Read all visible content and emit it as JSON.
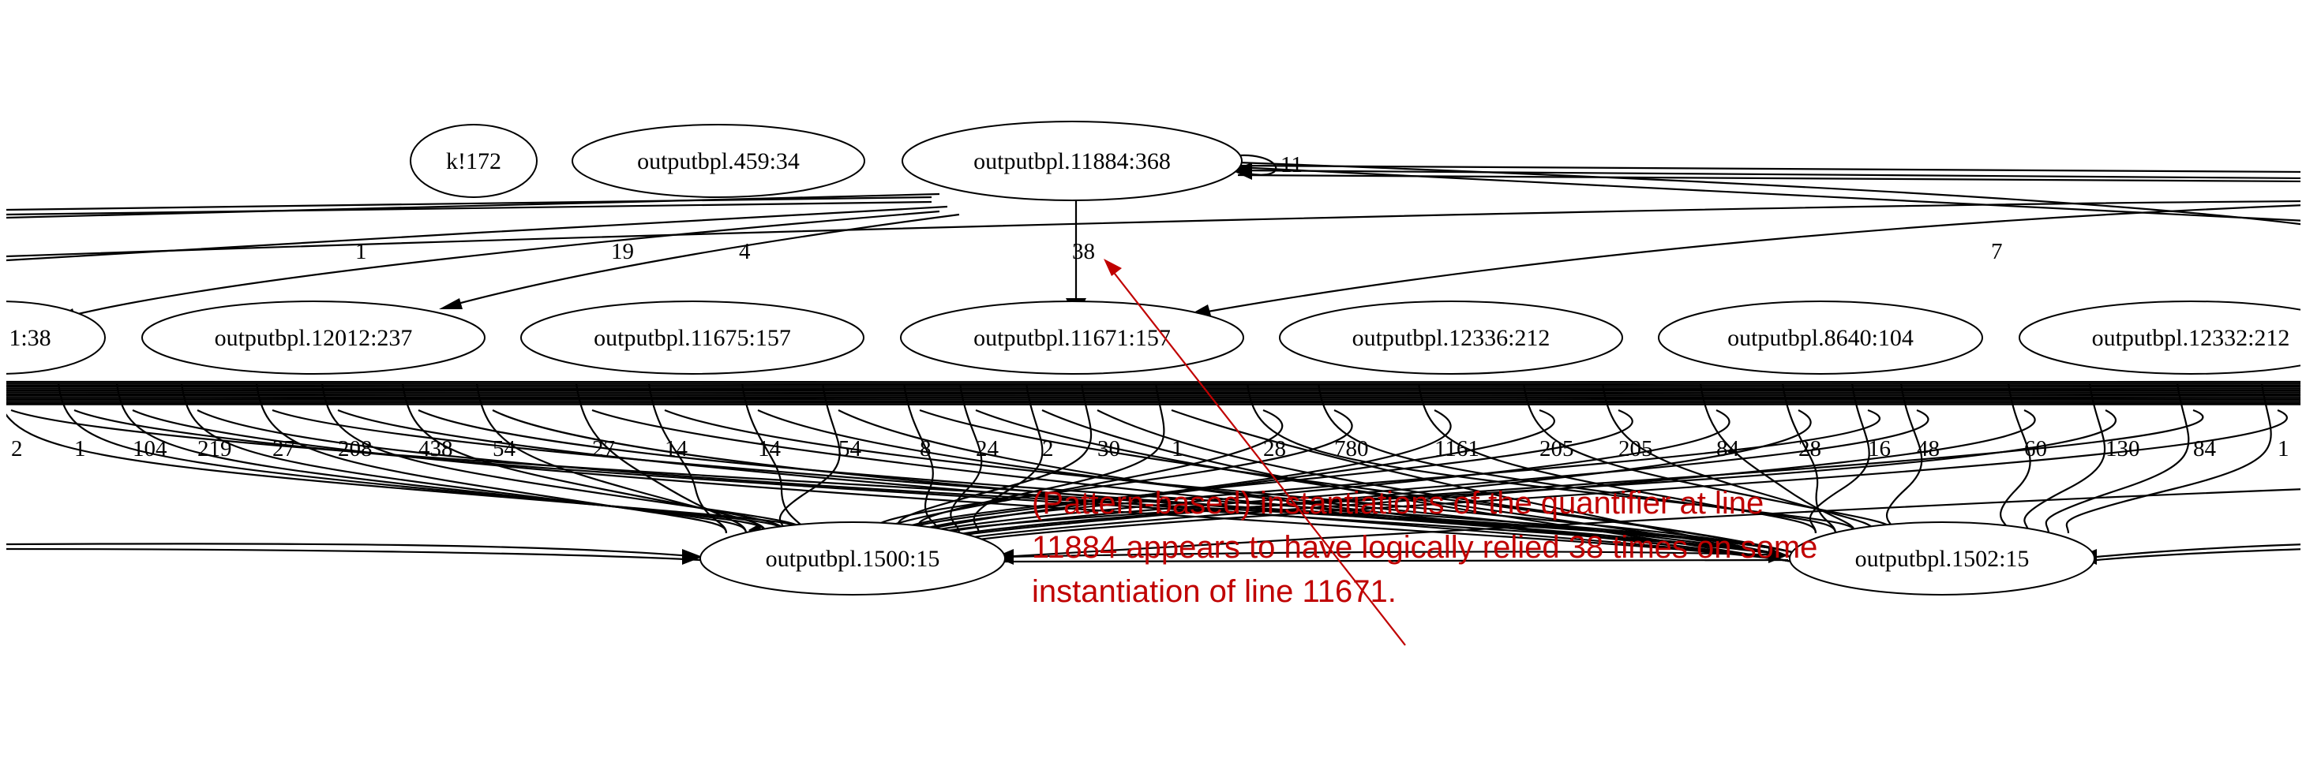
{
  "graph": {
    "nodes": [
      {
        "id": "n_k172",
        "label": "k!172"
      },
      {
        "id": "n_459",
        "label": "outputbpl.459:34"
      },
      {
        "id": "n_11884",
        "label": "outputbpl.11884:368"
      },
      {
        "id": "n_partial",
        "label": "1:38"
      },
      {
        "id": "n_12012",
        "label": "outputbpl.12012:237"
      },
      {
        "id": "n_11675",
        "label": "outputbpl.11675:157"
      },
      {
        "id": "n_11671",
        "label": "outputbpl.11671:157"
      },
      {
        "id": "n_12336",
        "label": "outputbpl.12336:212"
      },
      {
        "id": "n_8640",
        "label": "outputbpl.8640:104"
      },
      {
        "id": "n_12332",
        "label": "outputbpl.12332:212"
      },
      {
        "id": "n_1500",
        "label": "outputbpl.1500:15"
      },
      {
        "id": "n_1502",
        "label": "outputbpl.1502:15"
      }
    ],
    "edge_labels": {
      "self_loop": "11",
      "to_partial": "1",
      "to_12012_a": "19",
      "to_12012_b": "4",
      "to_11671": "38",
      "right_to_11671": "7"
    },
    "bottom_edge_labels": [
      "2",
      "1",
      "104",
      "219",
      "27",
      "208",
      "438",
      "54",
      "27",
      "14",
      "14",
      "54",
      "8",
      "24",
      "2",
      "30",
      "1",
      "28",
      "780",
      "1161",
      "205",
      "205",
      "84",
      "28",
      "16",
      "48",
      "60",
      "130",
      "84",
      "1"
    ]
  },
  "annotation": {
    "lines": [
      "(Pattern-based) instantiations of the quantifier at line",
      "11884 appears to have logically relied 38 times on some",
      "instantiation of line 11671."
    ],
    "color": "#c00000"
  }
}
